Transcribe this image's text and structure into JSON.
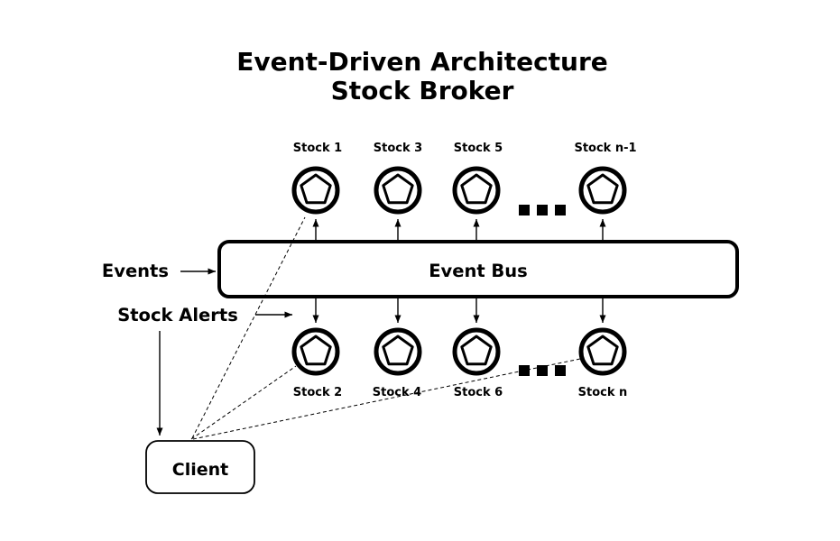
{
  "title": {
    "line1": "Event-Driven Architecture",
    "line2": "Stock Broker"
  },
  "bus": {
    "label": "Event Bus"
  },
  "flow_labels": {
    "events": "Events",
    "stock_alerts": "Stock Alerts"
  },
  "client": {
    "label": "Client"
  },
  "stocks": {
    "top": [
      {
        "label": "Stock 1"
      },
      {
        "label": "Stock 3"
      },
      {
        "label": "Stock 5"
      },
      {
        "label": "Stock n-1"
      }
    ],
    "bottom": [
      {
        "label": "Stock 2"
      },
      {
        "label": "Stock 4"
      },
      {
        "label": "Stock 6"
      },
      {
        "label": "Stock n"
      }
    ]
  },
  "ellipsis": "...",
  "icons": {
    "node": "pentagon-in-circle-icon",
    "arrow": "arrow-icon"
  },
  "colors": {
    "ink": "#000000",
    "paper": "#ffffff"
  }
}
